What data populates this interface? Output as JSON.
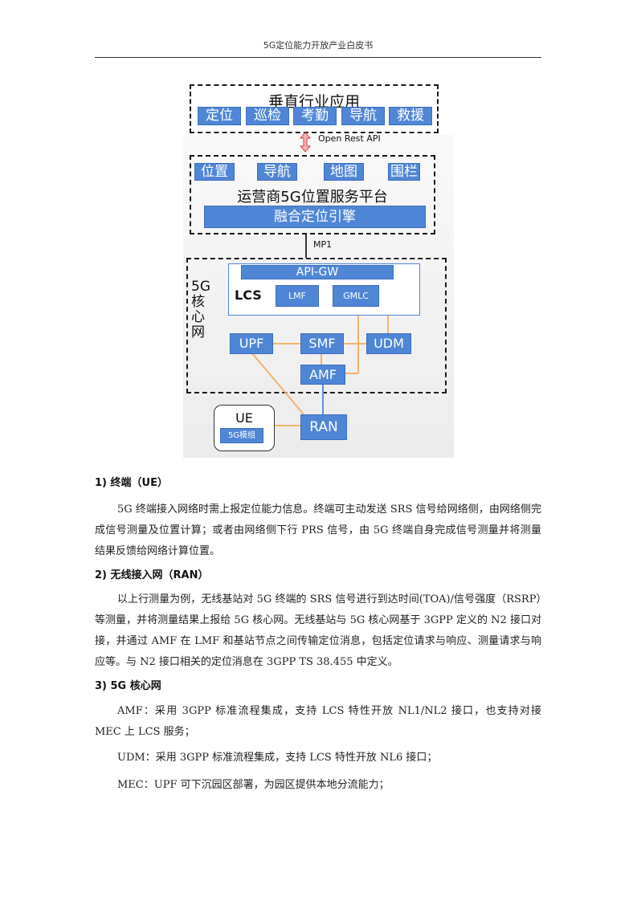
{
  "header": {
    "title": "5G定位能力开放产业白皮书"
  },
  "diagram": {
    "vertical_title": "垂直行业应用",
    "vertical_items": [
      "定位",
      "巡检",
      "考勤",
      "导航",
      "救援"
    ],
    "open_api_label": "Open Rest API",
    "platform_items": [
      "位置",
      "导航",
      "地图",
      "围栏"
    ],
    "platform_title": "运营商5G位置服务平台",
    "fusion_engine": "融合定位引擎",
    "mp1_label": "MP1",
    "core_label_lines": [
      "5G",
      "核",
      "心",
      "网"
    ],
    "api_gw": "API-GW",
    "lcs": "LCS",
    "lmf": "LMF",
    "gmlc": "GMLC",
    "upf": "UPF",
    "smf": "SMF",
    "udm": "UDM",
    "amf": "AMF",
    "ran": "RAN",
    "ue": "UE",
    "ue_module": "5G模组",
    "colors": {
      "box_blue": "#4f86d6",
      "link_orange": "#f5b36b",
      "link_blue": "#5b8fd9"
    }
  },
  "sections": [
    {
      "heading": "1) 终端（UE）",
      "paragraphs": [
        "5G 终端接入网络时需上报定位能力信息。终端可主动发送 SRS 信号给网络侧，由网络侧完成信号测量及位置计算；或者由网络侧下行 PRS 信号，由 5G 终端自身完成信号测量并将测量结果反馈给网络计算位置。"
      ]
    },
    {
      "heading": "2) 无线接入网（RAN）",
      "paragraphs": [
        "以上行测量为例，无线基站对 5G 终端的 SRS 信号进行到达时间(TOA)/信号强度（RSRP）等测量，并将测量结果上报给 5G 核心网。无线基站与 5G 核心网基于 3GPP 定义的 N2 接口对接，并通过 AMF 在 LMF 和基站节点之间传输定位消息，包括定位请求与响应、测量请求与响应等。与 N2 接口相关的定位消息在 3GPP TS 38.455 中定义。"
      ]
    },
    {
      "heading": "3) 5G 核心网",
      "paragraphs": [
        "AMF：采用 3GPP 标准流程集成，支持 LCS 特性开放 NL1/NL2 接口，也支持对接 MEC 上 LCS 服务；",
        "UDM：采用 3GPP 标准流程集成，支持 LCS 特性开放 NL6 接口；",
        "MEC：UPF 可下沉园区部署，为园区提供本地分流能力；"
      ]
    }
  ]
}
